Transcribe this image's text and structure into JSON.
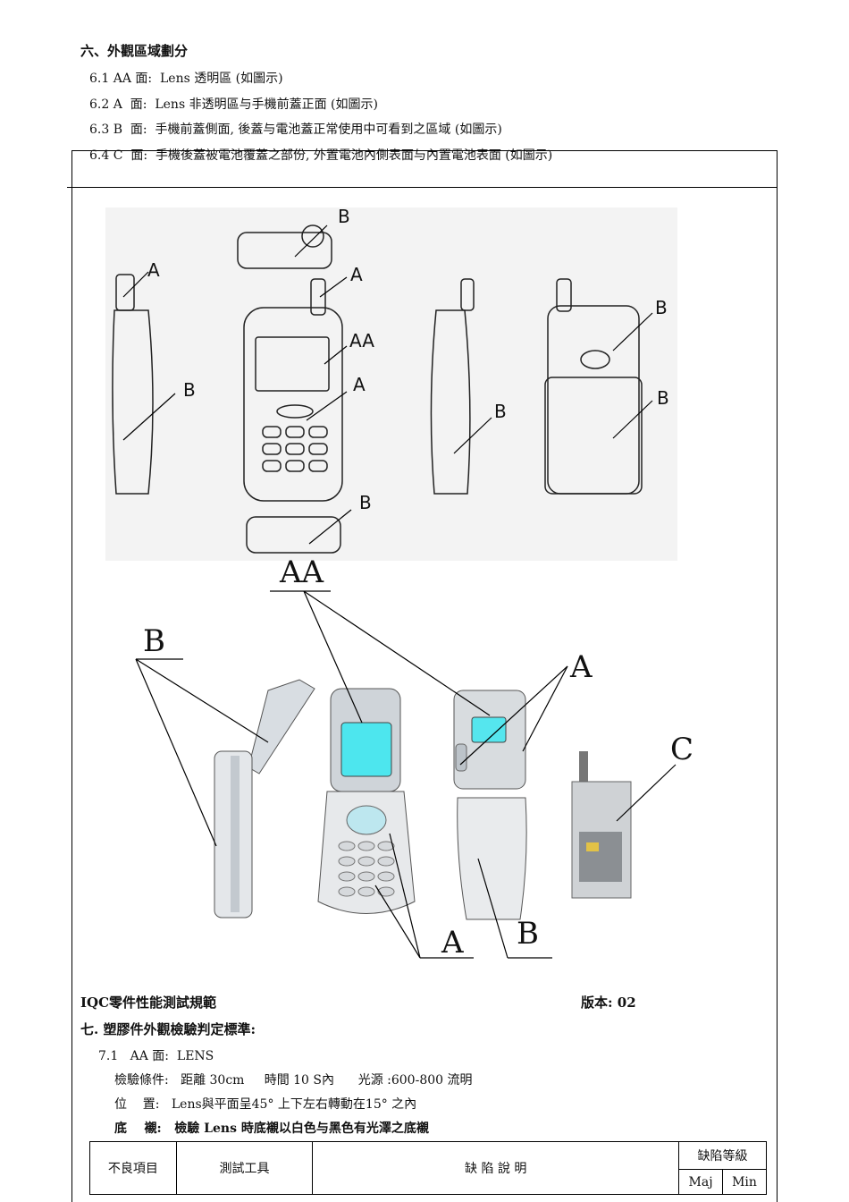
{
  "section6": {
    "title": "六、外觀區域劃分",
    "items": [
      "6.1 AA 面:  Lens 透明區 (如圖示)",
      "6.2 A  面:  Lens 非透明區与手機前蓋正面 (如圖示)",
      "6.3 B  面:  手機前蓋側面, 後蓋与電池蓋正常使用中可看到之區域 (如圖示)",
      "6.4 C  面:  手機後蓋被電池覆蓋之部份, 外置電池內側表面与內置電池表面 (如圖示)"
    ]
  },
  "figure_labels": {
    "top": [
      "B",
      "A",
      "A",
      "AA",
      "A",
      "B",
      "B",
      "B",
      "B",
      "B"
    ],
    "bottom": [
      "AA",
      "B",
      "A",
      "C",
      "A",
      "B"
    ]
  },
  "footer": {
    "doc_title": "IQC零件性能測試規範",
    "version_label": "版本: 02"
  },
  "section7": {
    "title": "七. 塑膠件外觀檢驗判定標準:",
    "sub": "7.1   AA 面:  LENS",
    "conditions": "檢驗條件:   距離 30cm     時間 10 S內      光源 :600-800 流明",
    "position": "位    置:   Lens與平面呈45° 上下左右轉動在15° 之內",
    "background": "底    襯:   檢驗 Lens 時底襯以白色与黑色有光澤之底襯"
  },
  "table_header": {
    "col1": "不良項目",
    "col2": "測試工具",
    "col3": "缺  陷  說  明",
    "col4": "缺陷等級",
    "maj": "Maj",
    "min": "Min"
  }
}
